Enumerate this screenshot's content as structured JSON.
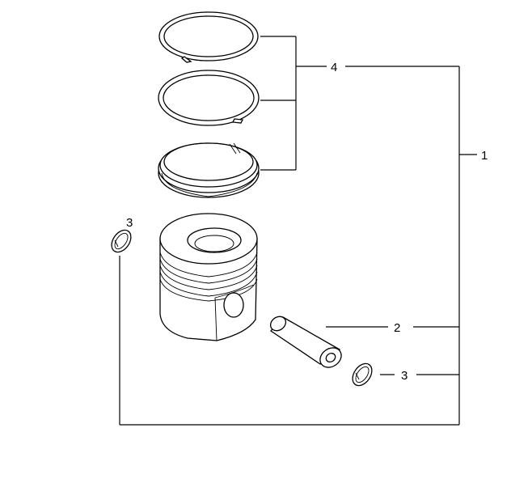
{
  "callouts": {
    "assembly": "1",
    "pin": "2",
    "circlip_left": "3",
    "circlip_right": "3",
    "rings": "4"
  }
}
